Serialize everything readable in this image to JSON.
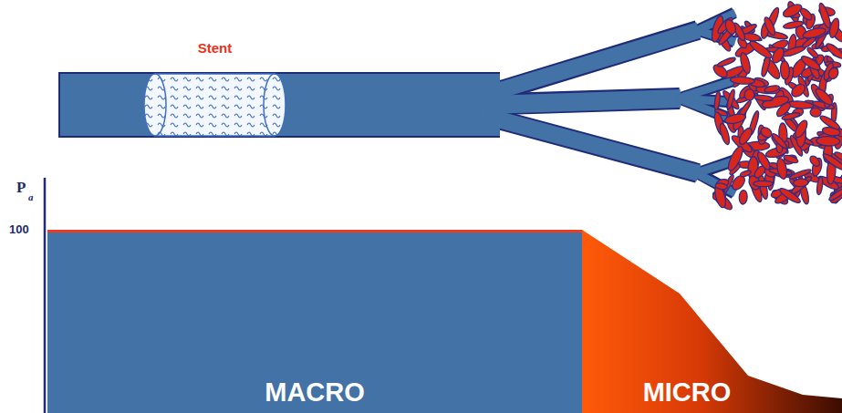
{
  "diagram": {
    "nodes": [
      {
        "text": [
          "Stent"
        ]
      },
      {
        "text": [
          "MACRO"
        ]
      },
      {
        "text": [
          "MICRO"
        ]
      }
    ],
    "labels": [
      "P",
      "a",
      "100"
    ]
  }
}
